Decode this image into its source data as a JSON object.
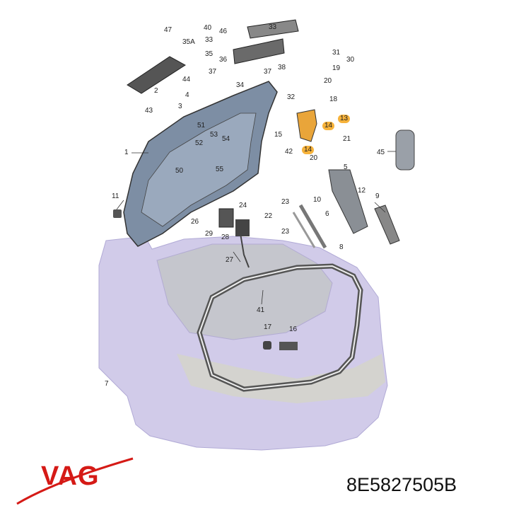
{
  "brand": {
    "name": "VAG",
    "color": "#d51a16"
  },
  "part_number": "8E5827505B",
  "colors": {
    "highlight": "#f6b23a",
    "car_body": "#c9c2e6",
    "lid": "#7d8ea4",
    "line": "#333333"
  },
  "callouts": [
    "47",
    "40",
    "46",
    "33",
    "35A",
    "33",
    "35",
    "36",
    "31",
    "30",
    "19",
    "37",
    "37",
    "38",
    "44",
    "2",
    "34",
    "20",
    "4",
    "32",
    "18",
    "43",
    "3",
    "13",
    "14",
    "51",
    "52",
    "53",
    "54",
    "15",
    "21",
    "14",
    "1",
    "50",
    "55",
    "42",
    "20",
    "45",
    "5",
    "10",
    "12",
    "11",
    "9",
    "24",
    "23",
    "22",
    "6",
    "26",
    "29",
    "28",
    "23",
    "8",
    "27",
    "41",
    "17",
    "16",
    "7"
  ]
}
